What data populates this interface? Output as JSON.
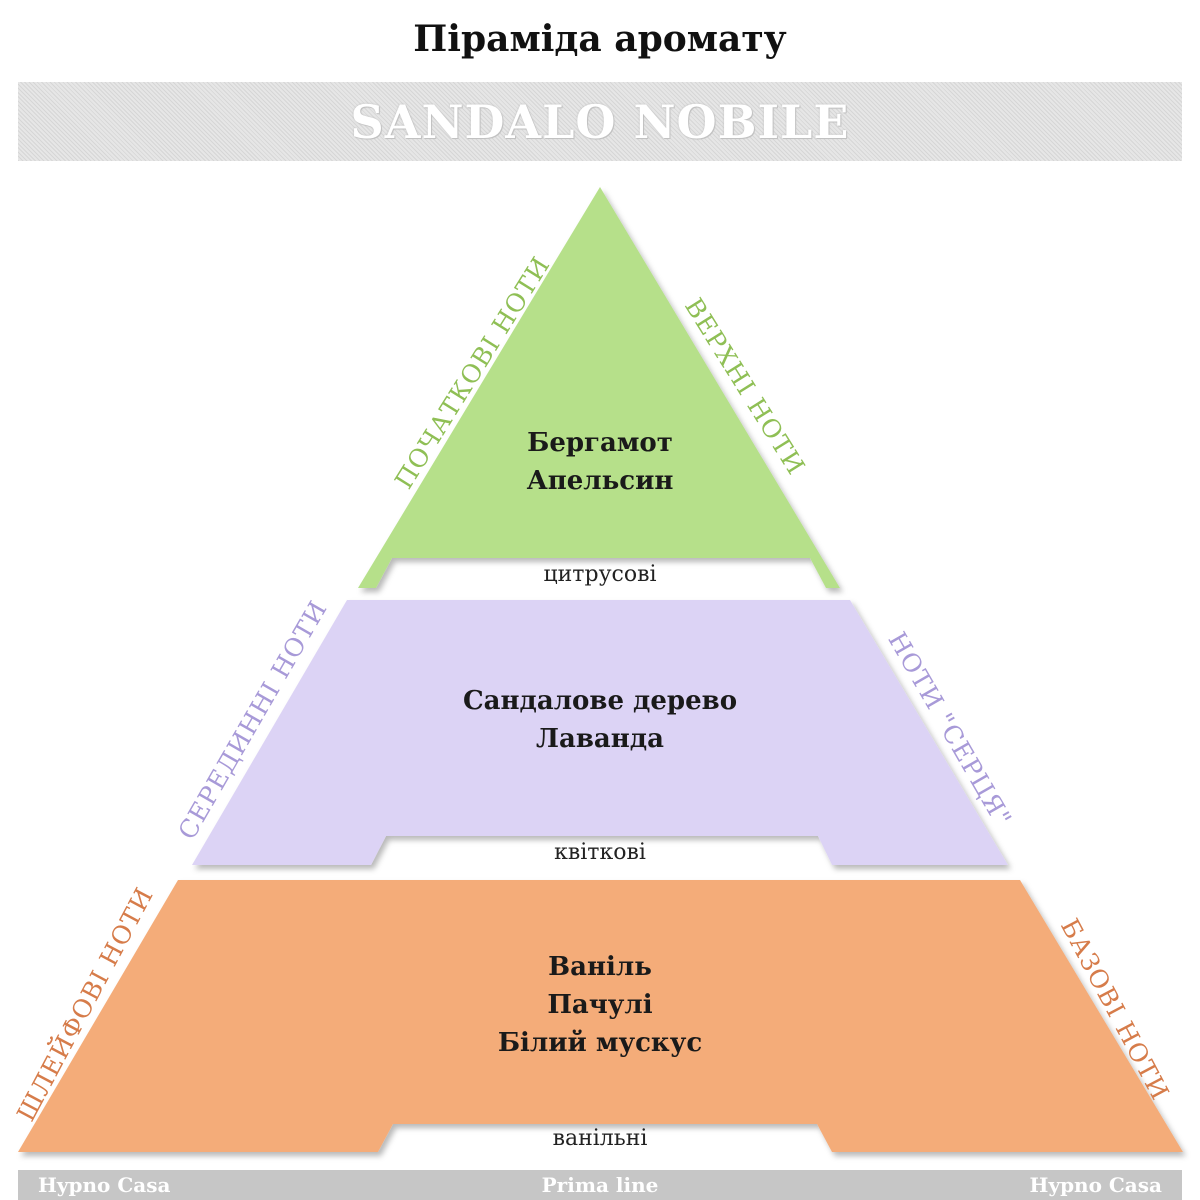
{
  "title": "Піраміда аромату",
  "banner": "SANDALO NOBILE",
  "tiers": {
    "top": {
      "notes": [
        "Бергамот",
        "Апельсин"
      ],
      "family": "цитрусові",
      "left_label": "ПОЧАТКОВІ НОТИ",
      "right_label": "ВЕРХНІ НОТИ",
      "color": "#b6e08a",
      "label_color": "#8fbf55"
    },
    "middle": {
      "notes": [
        "Сандалове дерево",
        "Лаванда"
      ],
      "family": "квіткові",
      "left_label": "СЕРЕДИННІ НОТИ",
      "right_label": "НОТИ \"СЕРЦЯ\"",
      "color": "#dcd3f5",
      "label_color": "#a89ad8"
    },
    "bottom": {
      "notes": [
        "Ваніль",
        "Пачулі",
        "Білий мускус"
      ],
      "family": "ванільні",
      "left_label": "ШЛЕЙФОВІ НОТИ",
      "right_label": "БАЗОВІ НОТИ",
      "color": "#f4ac79",
      "label_color": "#d67c4a"
    }
  },
  "footer": {
    "left": "Hypno Casa",
    "center": "Prima line",
    "right": "Hypno Casa"
  }
}
